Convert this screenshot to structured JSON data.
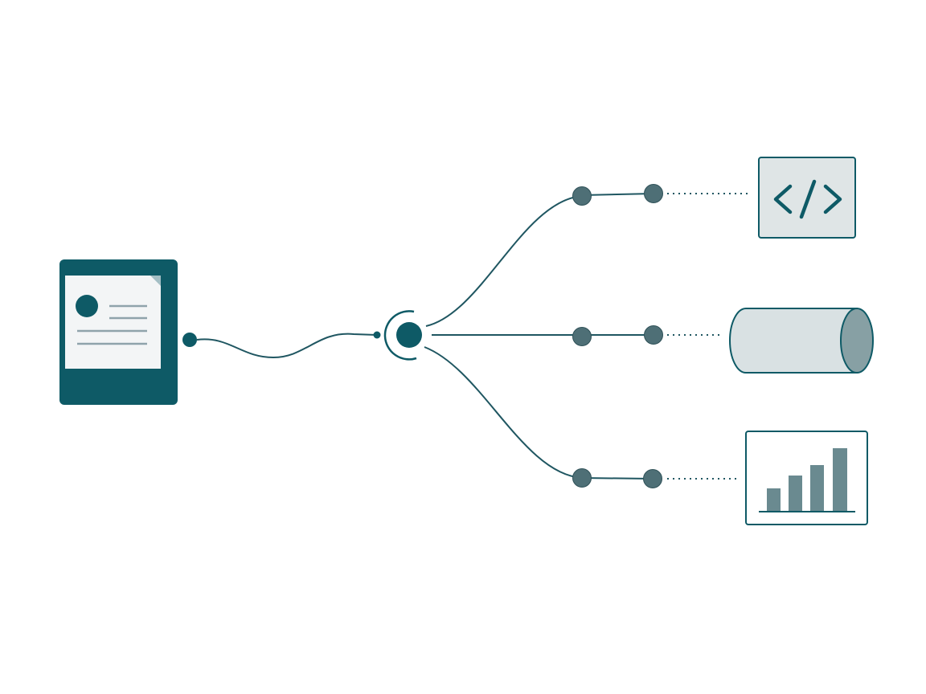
{
  "colors": {
    "background": "#ffffff",
    "primary": "#0e5a66",
    "node_fill": "#4e6f76",
    "line": "#1f5661",
    "panel_fill": "#dfe5e6",
    "cylinder_fill": "#d9e1e3",
    "cylinder_end": "#87a0a4",
    "bar_fill": "#6a8a90",
    "doc_line": "#8fa3ab"
  },
  "icons": {
    "source": "document-card-icon",
    "hub": "hub-node-icon",
    "targets": [
      "code-icon",
      "database-cylinder-icon",
      "bar-chart-icon"
    ]
  },
  "structure": {
    "source_connections": 1,
    "branches": 3,
    "nodes_per_branch": 2,
    "bar_chart_bars": 4
  }
}
